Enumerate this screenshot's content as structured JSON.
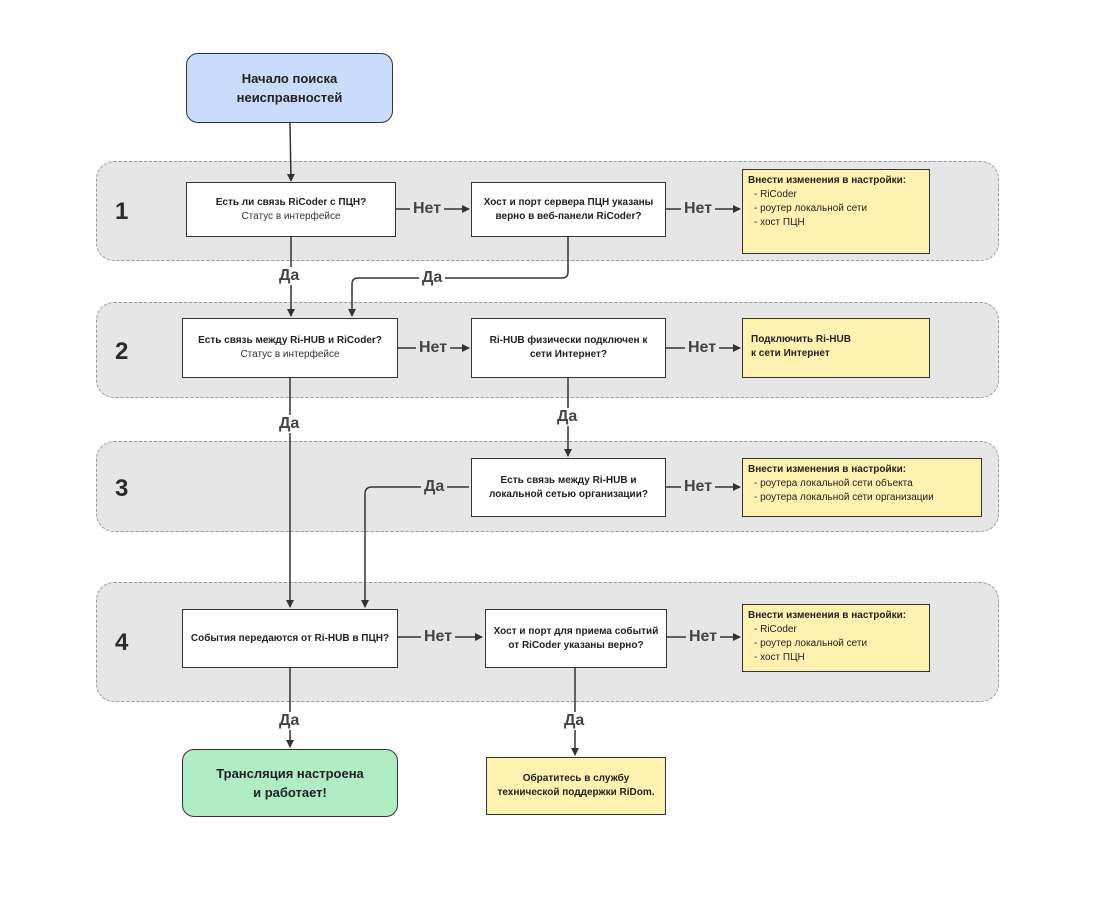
{
  "start": {
    "text": "Начало поиска\nнеисправностей"
  },
  "lanes": [
    {
      "number": "1"
    },
    {
      "number": "2"
    },
    {
      "number": "3"
    },
    {
      "number": "4"
    }
  ],
  "decisions": {
    "q1": {
      "title": "Есть ли связь RiCoder с ПЦН?",
      "subtitle": "Статус в интерфейсе"
    },
    "q1b": {
      "title": "Хост и порт сервера ПЦН указаны\nверно в веб-панели RiCoder?"
    },
    "q2": {
      "title": "Есть связь между Ri-HUB и RiCoder?",
      "subtitle": "Статус в интерфейсе"
    },
    "q2b": {
      "title": "Ri-HUB физически подключен к\nсети Интернет?"
    },
    "q3": {
      "title": "Есть связь между Ri-HUB и\nлокальной сетью организации?"
    },
    "q4": {
      "title": "События передаются от Ri-HUB в ПЦН?"
    },
    "q4b": {
      "title": "Хост и порт для приема событий\nот RiCoder указаны верно?"
    }
  },
  "notes": {
    "n1": {
      "title": "Внести изменения в настройки:",
      "items": [
        "- RiCoder",
        "- роутер локальной сети",
        "- хост ПЦН"
      ]
    },
    "n2": {
      "title": "Подключить Ri-HUB\nк сети Интернет"
    },
    "n3": {
      "title": "Внести изменения в настройки:",
      "items": [
        "- роутера локальной сети объекта",
        "- роутера локальной сети организации"
      ]
    },
    "n4": {
      "title": "Внести изменения в настройки:",
      "items": [
        "- RiCoder",
        "- роутер локальной сети",
        "- хост ПЦН"
      ]
    },
    "support": {
      "title": "Обратитесь в службу\nтехнической поддержки RiDom."
    }
  },
  "end": {
    "text": "Трансляция настроена\nи работает!"
  },
  "labels": {
    "yes": "Да",
    "no": "Нет"
  },
  "colors": {
    "start": "#c9dcfb",
    "end": "#b0ecc4",
    "note": "#fff2b0",
    "lane": "#e6e6e6"
  }
}
